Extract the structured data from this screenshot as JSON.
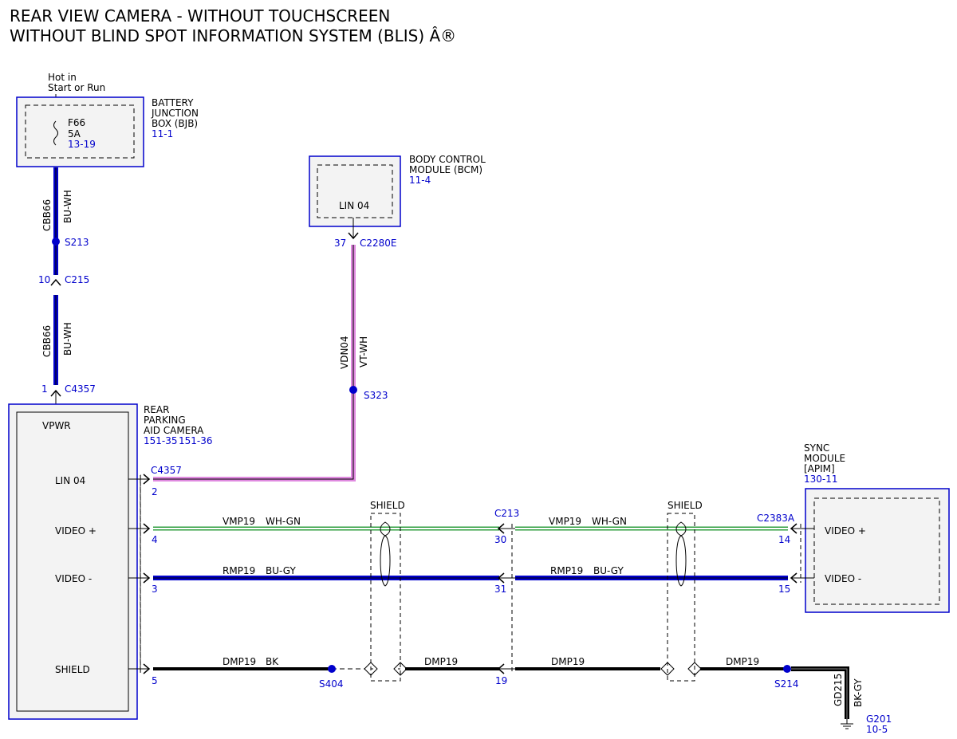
{
  "title": {
    "line1": "REAR VIEW CAMERA - WITHOUT TOUCHSCREEN",
    "line2": "WITHOUT BLIND SPOT INFORMATION SYSTEM (BLIS) Â®"
  },
  "power": {
    "line1": "Hot in",
    "line2": "Start or Run"
  },
  "bjb": {
    "name1": "BATTERY",
    "name2": "JUNCTION",
    "name3": "BOX (BJB)",
    "ref": "11-1",
    "fuse": "F66",
    "amps": "5A",
    "fuse_ref": "13-19"
  },
  "bcm": {
    "name1": "BODY CONTROL",
    "name2": "MODULE (BCM)",
    "ref": "11-4",
    "pin_label": "LIN 04",
    "pin": "37",
    "connector": "C2280E"
  },
  "camera": {
    "name1": "REAR",
    "name2": "PARKING",
    "name3": "AID CAMERA",
    "ref1": "151-35",
    "ref2": "151-36",
    "pins": {
      "vpwr": "VPWR",
      "lin": "LIN 04",
      "vplus": "VIDEO +",
      "vminus": "VIDEO -",
      "shield": "SHIELD"
    },
    "connector": "C4357",
    "pin_vpwr": "1",
    "pin_lin": "2",
    "pin_vplus": "4",
    "pin_vminus": "3",
    "pin_shield": "5"
  },
  "sync": {
    "name1": "SYNC",
    "name2": "MODULE",
    "name3": "[APIM]",
    "ref": "130-11",
    "connector": "C2383A",
    "pins": {
      "vplus": "VIDEO +",
      "vminus": "VIDEO -"
    },
    "pin_vplus": "14",
    "pin_vminus": "15"
  },
  "c215": {
    "name": "C215",
    "pin": "10"
  },
  "c213": {
    "name": "C213",
    "pin_vplus": "30",
    "pin_vminus": "31",
    "pin_shield": "19"
  },
  "wires": {
    "power_circuit": "CBB66",
    "power_color": "BU-WH",
    "lin_circuit": "VDN04",
    "lin_color": "VT-WH",
    "vplus_circuit": "VMP19",
    "vplus_color": "WH-GN",
    "vminus_circuit": "RMP19",
    "vminus_color": "BU-GY",
    "shield_circuit": "DMP19",
    "shield_color": "BK",
    "ground_circuit": "GD215",
    "ground_color": "BK-GY"
  },
  "splices": {
    "s213": "S213",
    "s323": "S323",
    "s404": "S404",
    "s214": "S214"
  },
  "shield_label": "SHIELD",
  "ground": {
    "name": "G201",
    "ref": "10-5"
  },
  "colors": {
    "blue": "#0000cc",
    "violet": "#e08ae0",
    "green": "#2e9e3e",
    "black": "#000000"
  }
}
